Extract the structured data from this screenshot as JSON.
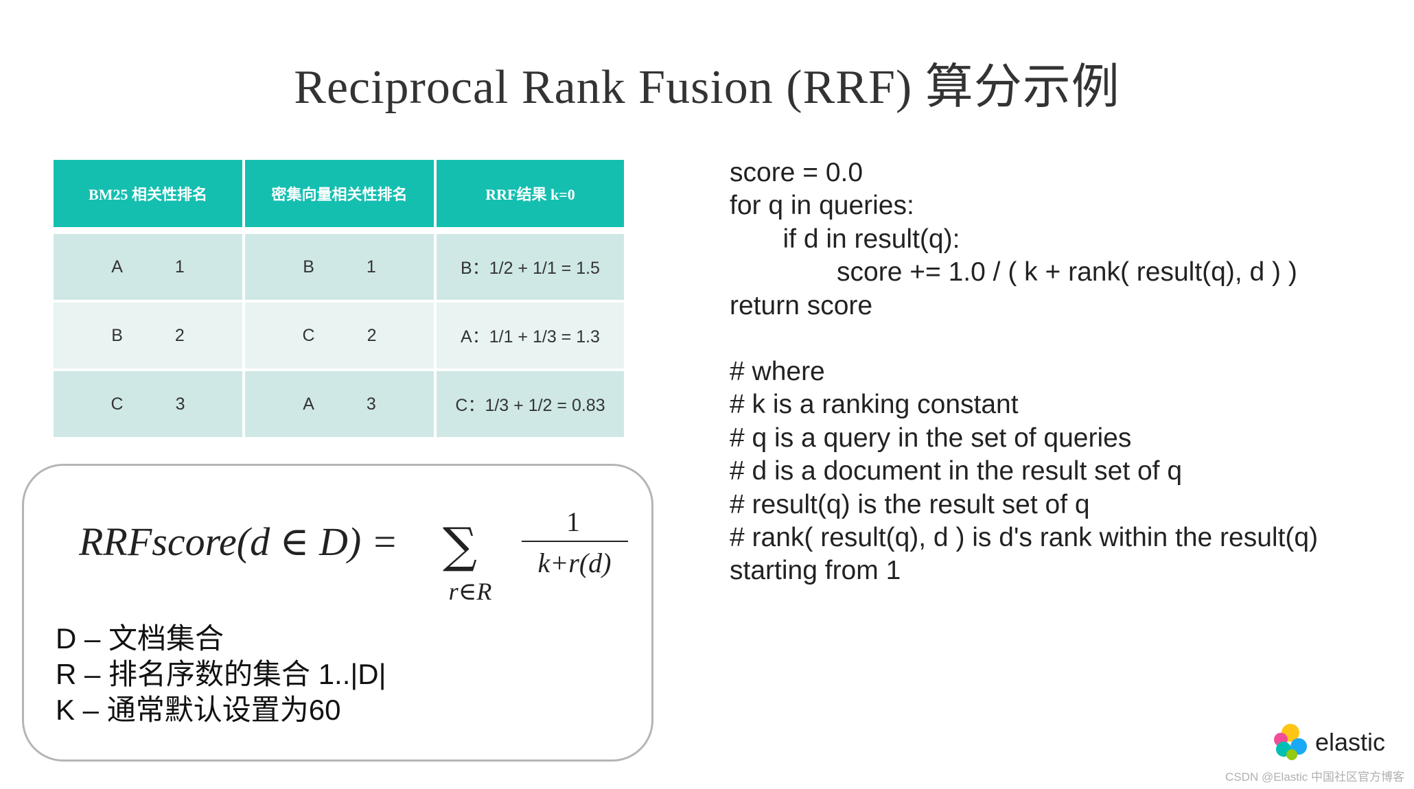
{
  "title": "Reciprocal Rank Fusion (RRF) 算分示例",
  "table": {
    "headers": [
      "BM25 相关性排名",
      "密集向量相关性排名",
      "RRF结果 k=0"
    ],
    "rows": [
      {
        "bm25_doc": "A",
        "bm25_rank": "1",
        "dense_doc": "B",
        "dense_rank": "1",
        "rrf": "B：1/2 + 1/1 = 1.5"
      },
      {
        "bm25_doc": "B",
        "bm25_rank": "2",
        "dense_doc": "C",
        "dense_rank": "2",
        "rrf": "A：1/1 + 1/3 = 1.3"
      },
      {
        "bm25_doc": "C",
        "bm25_rank": "3",
        "dense_doc": "A",
        "dense_rank": "3",
        "rrf": "C：1/3 + 1/2 = 0.83"
      }
    ]
  },
  "formula": {
    "lhs": "RRFscore(d ∈ D) =",
    "sum_symbol": "∑",
    "sum_index": "r∈R",
    "numerator": "1",
    "denominator": "k+r(d)"
  },
  "definitions": [
    "D – 文档集合",
    "R – 排名序数的集合 1..|D|",
    "K – 通常默认设置为60"
  ],
  "code_lines": [
    "score = 0.0",
    "for q in queries:",
    "   if d in result(q):",
    "      score += 1.0 / ( k + rank( result(q), d ) )",
    "return score"
  ],
  "comment_lines": [
    "# where",
    "# k is a ranking constant",
    "# q is a query in the set of queries",
    "# d is a document in the result set of q",
    "# result(q) is the result set of q",
    "# rank( result(q), d ) is d's rank within the result(q)",
    "starting from 1"
  ],
  "logo": {
    "text": "elastic",
    "colors": [
      "#f04e98",
      "#fec514",
      "#00bfb3",
      "#1ba9f5",
      "#93c90e"
    ]
  },
  "watermark": "CSDN @Elastic 中国社区官方博客"
}
